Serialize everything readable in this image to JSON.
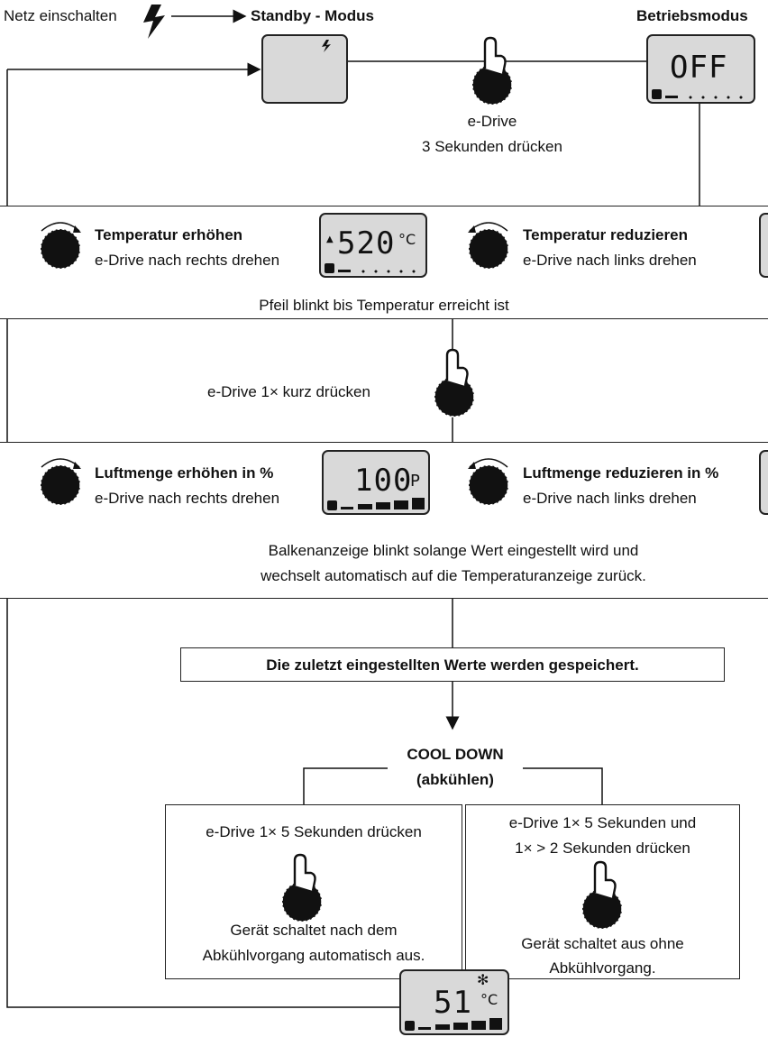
{
  "header": {
    "power_on": "Netz einschalten",
    "standby": "Standby - Modus",
    "operating": "Betriebsmodus"
  },
  "top": {
    "edrive": "e-Drive",
    "press3": "3 Sekunden drücken",
    "display_off": "OFF"
  },
  "temp_box": {
    "inc_title": "Temperatur erhöhen",
    "inc_sub": "e-Drive nach rechts drehen",
    "dec_title": "Temperatur reduzieren",
    "dec_sub": "e-Drive nach links drehen",
    "note": "Pfeil blinkt bis Temperatur erreicht ist",
    "display_value": "520",
    "display_unit": "°C"
  },
  "short_press": "e-Drive 1× kurz drücken",
  "air_box": {
    "inc_title": "Luftmenge erhöhen in %",
    "inc_sub": "e-Drive nach rechts drehen",
    "dec_title": "Luftmenge reduzieren in %",
    "dec_sub": "e-Drive nach links drehen",
    "note_line1": "Balkenanzeige blinkt solange Wert eingestellt wird und",
    "note_line2": "wechselt automatisch auf die Temperaturanzeige zurück.",
    "display_value": "100",
    "display_unit": "P"
  },
  "saved": "Die zuletzt eingestellten Werte werden gespeichert.",
  "cooldown": {
    "title": "COOL DOWN",
    "subtitle": "(abkühlen)",
    "left_line1": "e-Drive 1× 5 Sekunden drücken",
    "left_note1": "Gerät schaltet nach dem",
    "left_note2": "Abkühlvorgang automatisch aus.",
    "right_line1": "e-Drive 1× 5 Sekunden und",
    "right_line2": "1× > 2 Sekunden drücken",
    "right_note1": "Gerät schaltet aus ohne",
    "right_note2": "Abkühlvorgang.",
    "display_value": "51",
    "display_unit": "°C"
  },
  "icons": {
    "power": "lightning-icon",
    "press": "hand-press-icon",
    "rotate_cw": "rotate-right-icon",
    "rotate_ccw": "rotate-left-icon",
    "snow": "snowflake-icon",
    "fan": "fan-icon"
  }
}
